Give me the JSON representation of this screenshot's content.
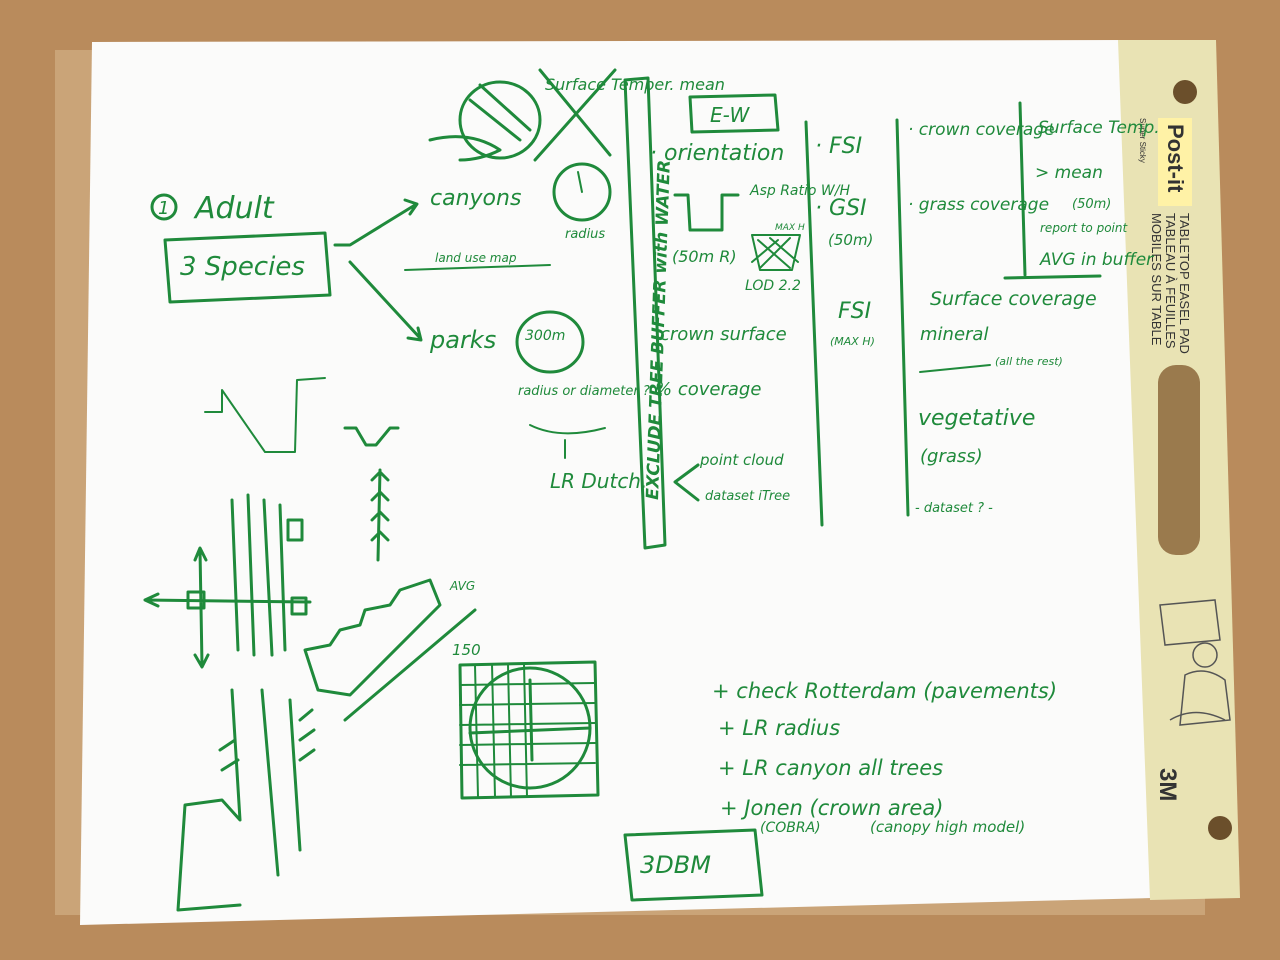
{
  "colors": {
    "table": "#b98b5c",
    "paper": "#fbfbfa",
    "ink": "#1f8a3b",
    "binding": "#e9e3b4"
  },
  "left_block": {
    "number": "1",
    "title": "Adult",
    "species_box": "3 Species",
    "canyons": "canyons",
    "land_use": "land use map",
    "parks": "parks",
    "park_radius": "300m",
    "radius_question": "radius or diameter ?",
    "lr_dutch": "LR Dutch."
  },
  "center_block": {
    "crossed_words": "Surface Temper. mean",
    "buffer_label": "EXCLUDE TREE BUFFER with WATER",
    "radius": "radius",
    "ew_box": "E-W",
    "orientation": "· orientation",
    "asp_ratio": "Asp Ratio W/H",
    "max_h": "MAX H",
    "canyon_radius": "(50m R)",
    "lod": "LOD 2.2",
    "crown_surface": "crown surface",
    "coverage": "% coverage",
    "point_cloud": "point cloud",
    "dataset": "dataset iTree"
  },
  "right_block": {
    "fsi": "· FSI",
    "gsi": "· GSI",
    "gsi_radius": "(50m)",
    "fsi2": "FSI",
    "fsi2_sub": "(MAX H)",
    "crown_coverage": "· crown coverage",
    "grass_coverage": "· grass coverage",
    "surface_temp": "Surface Temp.",
    "surface_mean": "> mean",
    "buffer_50m": "(50m)",
    "report": "report to point",
    "avg_buffer": "AVG in buffer",
    "surface_coverage": "Surface coverage",
    "mineral": "mineral",
    "all_the_rest": "(all the rest)",
    "vegetative": "vegetative",
    "grass": "(grass)",
    "dataset_q": "- dataset ? -"
  },
  "bottom": {
    "grid_label": "150",
    "avg_label": "AVG",
    "items": [
      "+ check Rotterdam (pavements)",
      "+ LR radius",
      "+ LR canyon all trees",
      "+ Jonen (crown area)"
    ],
    "cobra": "(COBRA)",
    "canopy": "(canopy high model)",
    "box": "3DBM"
  },
  "pad_binding": {
    "brand": "Post-it",
    "line1": "TABLETOP EASEL PAD",
    "line2": "TABLEAU À FEUILLES",
    "line3": "MOBILES SUR TABLE",
    "maker": "3M",
    "small": "Super Sticky"
  }
}
